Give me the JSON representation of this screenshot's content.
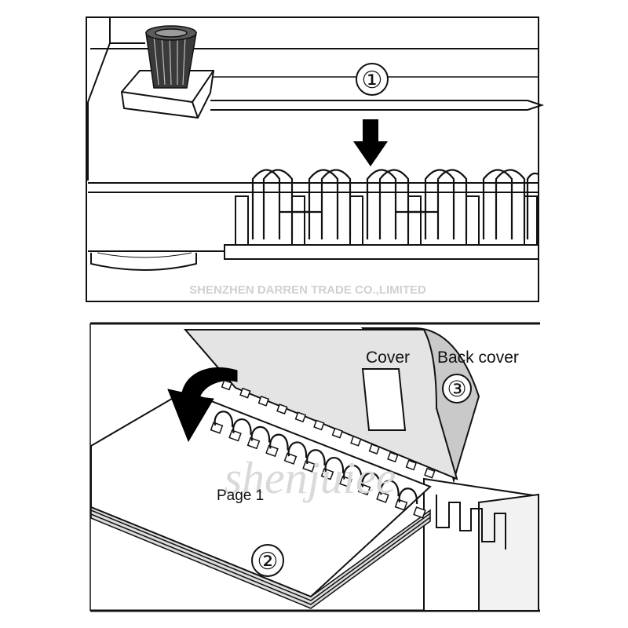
{
  "panel_top": {
    "step_label": "①",
    "watermark": "SHENZHEN  DARREN TRADE CO.,LIMITED"
  },
  "panel_bottom": {
    "cover_label": "Cover",
    "back_cover_label": "Back cover",
    "step3_label": "③",
    "page1_label": "Page 1",
    "step2_label": "②",
    "watermark": "shenjuiee"
  },
  "colors": {
    "line": "#111111",
    "cover_fill": "#e4e4e4",
    "back_cover_fill": "#c9c9c9",
    "watermark": "#d0d0d0"
  }
}
